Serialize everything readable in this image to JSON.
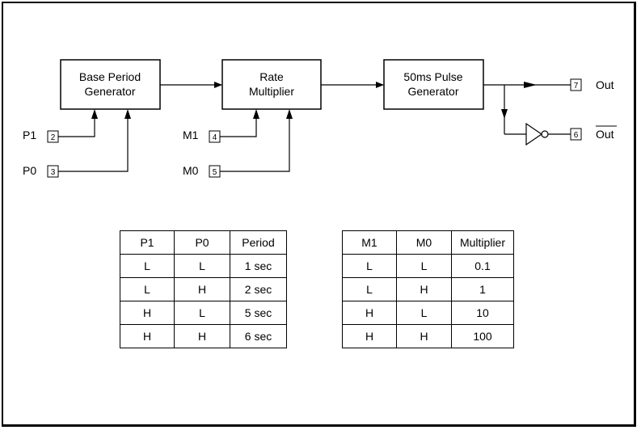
{
  "blocks": {
    "base_period_generator": [
      "Base Period",
      "Generator"
    ],
    "rate_multiplier": [
      "Rate",
      "Multiplier"
    ],
    "pulse_generator": [
      "50ms Pulse",
      "Generator"
    ]
  },
  "pins": {
    "p1": {
      "label": "P1",
      "num": "2"
    },
    "p0": {
      "label": "P0",
      "num": "3"
    },
    "m1": {
      "label": "M1",
      "num": "4"
    },
    "m0": {
      "label": "M0",
      "num": "5"
    },
    "out": {
      "label": "Out",
      "num": "7"
    },
    "out_bar": {
      "label": "Out",
      "num": "6"
    }
  },
  "period_table": {
    "headers": [
      "P1",
      "P0",
      "Period"
    ],
    "rows": [
      [
        "L",
        "L",
        "1 sec"
      ],
      [
        "L",
        "H",
        "2 sec"
      ],
      [
        "H",
        "L",
        "5 sec"
      ],
      [
        "H",
        "H",
        "6 sec"
      ]
    ]
  },
  "multiplier_table": {
    "headers": [
      "M1",
      "M0",
      "Multiplier"
    ],
    "rows": [
      [
        "L",
        "L",
        "0.1"
      ],
      [
        "L",
        "H",
        "1"
      ],
      [
        "H",
        "L",
        "10"
      ],
      [
        "H",
        "H",
        "100"
      ]
    ]
  }
}
